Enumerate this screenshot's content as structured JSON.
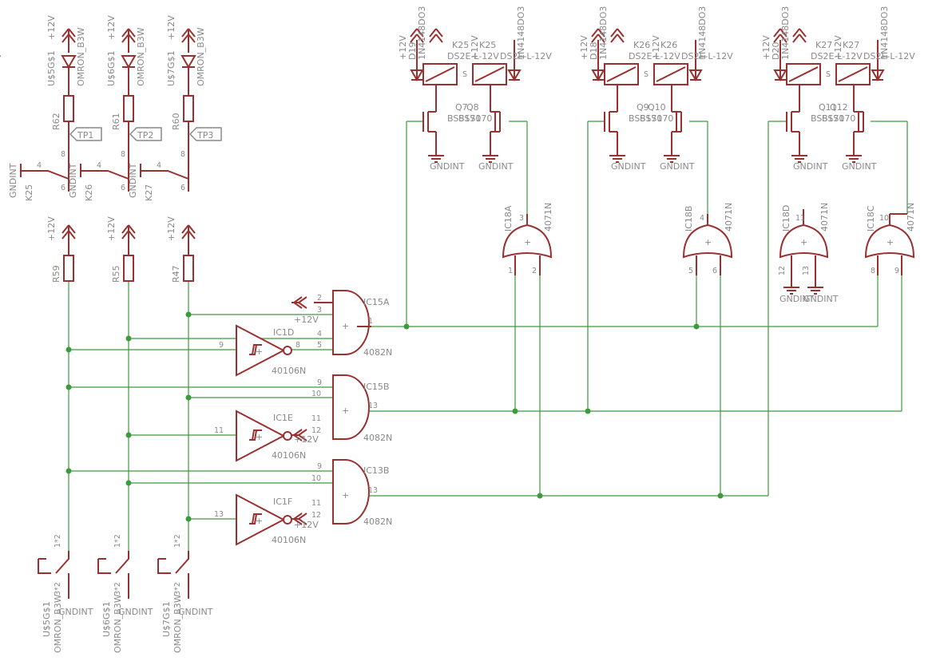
{
  "colors": {
    "wire": "#3d9a3d",
    "symbol": "#9b3030",
    "text": "#8a8a8a",
    "background": "#ffffff"
  },
  "labels": {
    "p12v": "+12V",
    "gnd": "GNDINT",
    "omron": "OMRON_B3W",
    "ds2e": "DS2E-L-12V",
    "diode": "1N4148DO3",
    "bss": "BSS170",
    "n4082": "4082N",
    "n4071": "4071N",
    "n40106": "40106N",
    "us5g1": "U$5G$1",
    "us6g1": "U$6G$1",
    "us7g1": "U$7G$1",
    "r62": "R62",
    "r61": "R61",
    "r60": "R60",
    "r59": "R59",
    "r55": "R55",
    "r47": "R47",
    "tp1": "TP1",
    "tp2": "TP2",
    "tp3": "TP3",
    "k25": "K25",
    "k26": "K26",
    "k27": "K27",
    "d19": "D19",
    "d18": "D18",
    "d20": "D20",
    "q7": "Q7",
    "q8": "Q8",
    "q9": "Q9",
    "q10": "Q10",
    "q11": "Q11",
    "q12": "Q12",
    "ic15a": "IC15A",
    "ic15b": "IC15B",
    "ic13b": "IC13B",
    "ic1d": "IC1D",
    "ic1e": "IC1E",
    "ic1f": "IC1F",
    "ic18a": "IC18A",
    "ic18b": "IC18B",
    "ic18d": "IC18D",
    "ic18c": "IC18C",
    "pin1": "1",
    "pin2": "2",
    "pin3": "3",
    "pin4": "4",
    "pin5": "5",
    "pin6": "6",
    "pin8": "8",
    "pin9": "9",
    "pin10": "10",
    "pin11": "11",
    "pin12": "12",
    "pin13": "13",
    "pin12s": "1*2",
    "pin32": "3*2",
    "s": "S",
    "plus": "+",
    "left_cut": "V"
  }
}
